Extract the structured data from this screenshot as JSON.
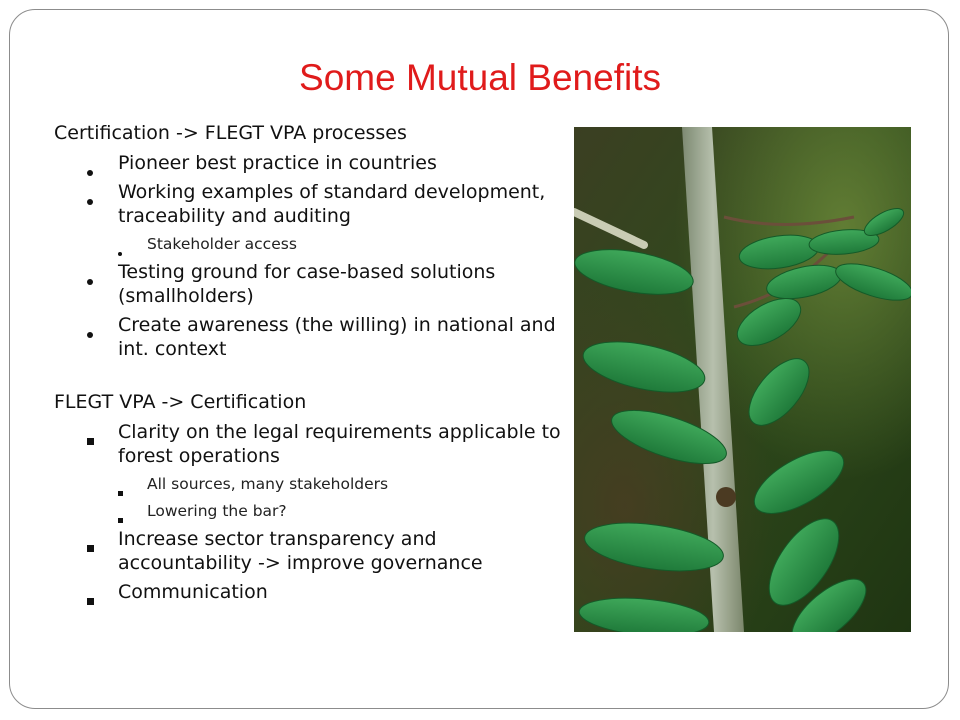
{
  "slide": {
    "title": "Some Mutual Benefits",
    "section1": {
      "heading": "Certification -> FLEGT VPA processes",
      "items": [
        {
          "text": "Pioneer best practice in countries",
          "sub": []
        },
        {
          "text": "Working examples of standard development, traceability and auditing",
          "sub": [
            "Stakeholder access"
          ]
        },
        {
          "text": "Testing ground for case-based solutions (smallholders)",
          "sub": []
        },
        {
          "text": "Create awareness (the willing) in national and int. context",
          "sub": []
        }
      ]
    },
    "section2": {
      "heading": "FLEGT VPA -> Certification",
      "items": [
        {
          "text": "Clarity on the legal requirements applicable to forest operations",
          "sub": [
            "All sources, many stakeholders",
            "Lowering the bar?"
          ]
        },
        {
          "text": "Increase sector transparency and accountability -> improve governance",
          "sub": []
        },
        {
          "text": "Communication",
          "sub": []
        }
      ]
    },
    "image": {
      "icon": "plant-photo"
    }
  }
}
